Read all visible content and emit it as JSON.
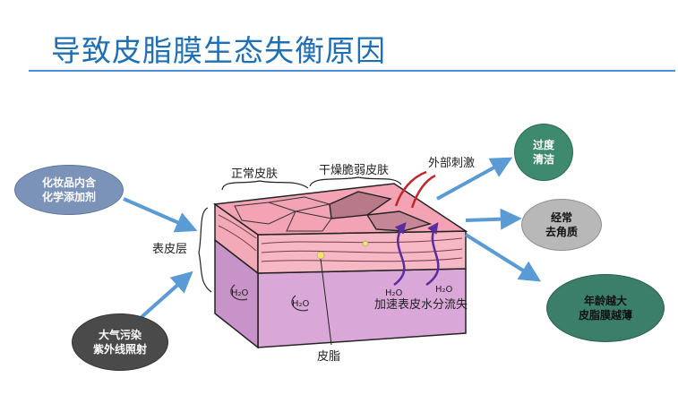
{
  "title": "导致皮脂膜生态失衡原因",
  "labels": {
    "normal_skin": "正常皮肤",
    "dry_fragile_skin": "干燥脆弱皮肤",
    "external_stimulus": "外部刺激",
    "epidermis": "表皮层",
    "sebum": "皮脂",
    "water_loss": "加速表皮水分流失",
    "h2o_a": "H₂O",
    "h2o_b": "H₂O",
    "h2o_c": "H₂O",
    "h2o_d": "H₂O"
  },
  "causes_left": [
    {
      "line1": "化妆品内含",
      "line2": "化学添加剂",
      "color": "#7b93b8",
      "text_color": "#ffffff"
    },
    {
      "line1": "大气污染",
      "line2": "紫外线照射",
      "color": "#4a4a4a",
      "text_color": "#ffffff"
    }
  ],
  "effects_right": [
    {
      "line1": "过度",
      "line2": "清洁",
      "color": "#3e8a6e",
      "text_color": "#ffffff"
    },
    {
      "line1": "经常",
      "line2": "去角质",
      "color": "#b8b8b8",
      "text_color": "#111111"
    },
    {
      "line1": "年龄越大",
      "line2": "皮脂膜越薄",
      "color": "#3b7e6a",
      "text_color": "#111111"
    }
  ],
  "colors": {
    "title": "#1f6fb4",
    "arrow": "#5b9bd5",
    "skin_top": "#f4a3b4",
    "skin_layers": "#f6b8c4",
    "dermis": "#d9a8d8",
    "stimulus": "#c0272d",
    "water_arrow": "#5a2ca0"
  }
}
